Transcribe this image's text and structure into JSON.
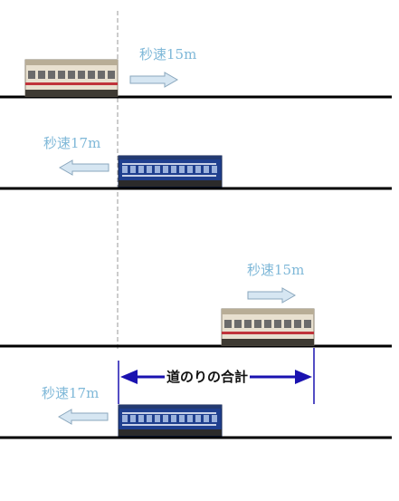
{
  "scenes": [
    {
      "name": "before",
      "train_a": {
        "speed_label": "秒速15m",
        "direction": "right",
        "kind": "cream-electric-car"
      },
      "train_b": {
        "speed_label": "秒速17m",
        "direction": "left",
        "kind": "blue-passenger-car"
      }
    },
    {
      "name": "after",
      "train_a": {
        "speed_label": "秒速15m",
        "direction": "right",
        "kind": "cream-electric-car"
      },
      "train_b": {
        "speed_label": "秒速17m",
        "direction": "left",
        "kind": "blue-passenger-car"
      }
    }
  ],
  "distance_label": "道のりの合計",
  "colors": {
    "speed_text": "#7fb8d8",
    "arrow_fill": "#d6e6f2",
    "arrow_stroke": "#8aa7bd",
    "distance_arrow": "#1a12b0",
    "distance_text": "#111111",
    "track": "#000000",
    "reference_line": "#9a9a9a",
    "train_a_body": "#e8e0cf",
    "train_a_stripe": "#c0333a",
    "train_b_body": "#1f3f8e"
  }
}
